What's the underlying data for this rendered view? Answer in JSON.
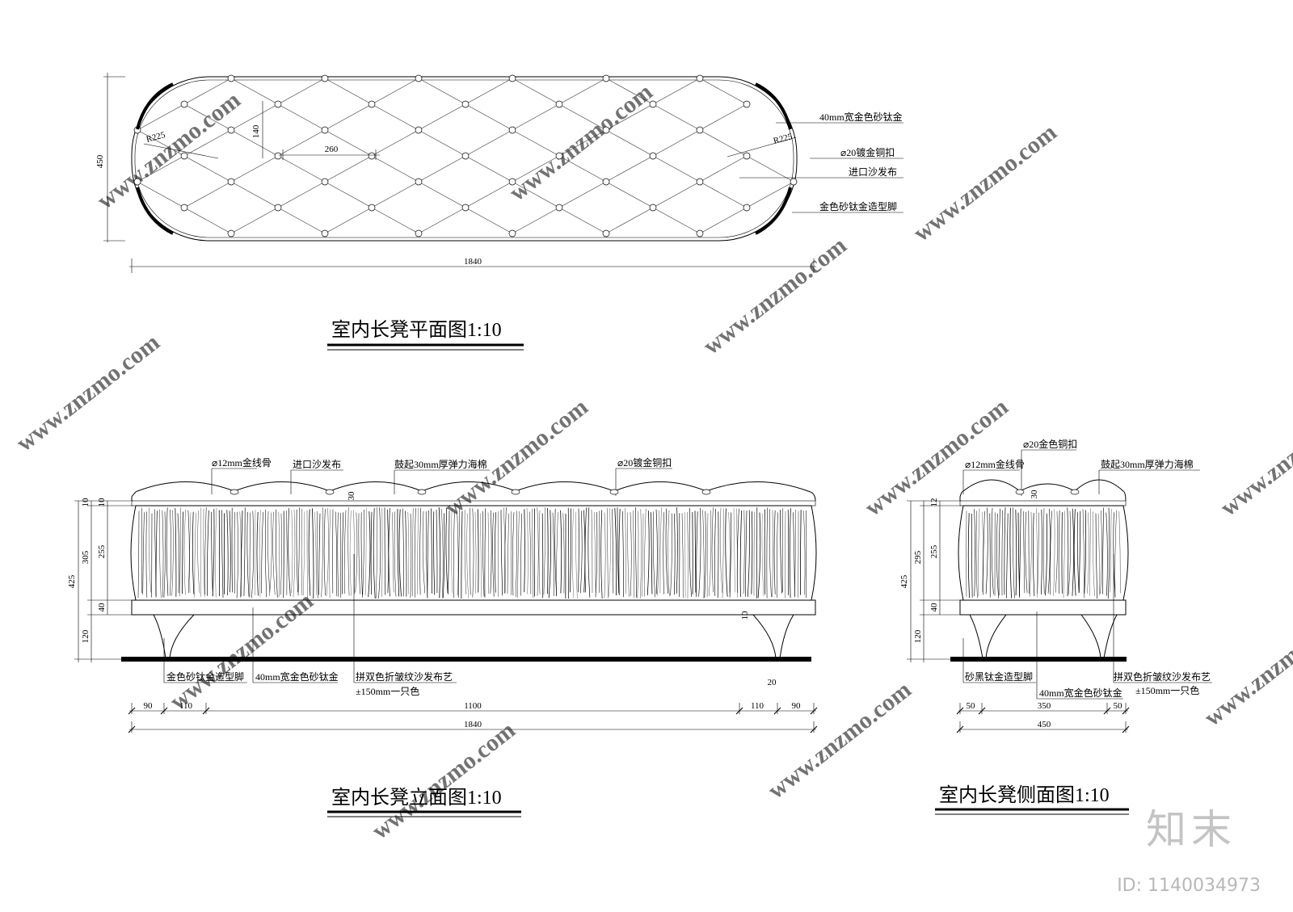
{
  "plan": {
    "title": "室内长凳平面图1:10",
    "dims": {
      "height": "450",
      "row_spacing": "140",
      "col_spacing": "260",
      "radius_left": "R225",
      "radius_right": "R225",
      "length": "1840"
    },
    "callouts": [
      "40mm宽金色砂钛金",
      "⌀20镀金铜扣",
      "进口沙发布",
      "金色砂钛金造型脚"
    ]
  },
  "front": {
    "title": "室内长凳立面图1:10",
    "top_labels": [
      "⌀12mm金线骨",
      "进口沙发布",
      "鼓起30mm厚弹力海棉",
      "⌀20镀金铜扣"
    ],
    "bottom_labels": [
      "金色砂钛金造型脚",
      "40mm宽金色砂钛金",
      "拼双色折皱纹沙发布艺",
      "±150mm一只色"
    ],
    "vdims": {
      "total": "425",
      "body": "305",
      "inner": "255",
      "top1": "10",
      "top2": "10",
      "base": "40",
      "leg": "120",
      "bulge": "30",
      "foot_h": "10"
    },
    "hdims": [
      "90",
      "110",
      "1100",
      "110",
      "90"
    ],
    "foot_width": "20",
    "total_width": "1840"
  },
  "side": {
    "title": "室内长凳侧面图1:10",
    "top_labels": [
      "⌀20金色铜扣",
      "⌀12mm金线骨",
      "鼓起30mm厚弹力海棉"
    ],
    "bottom_labels": [
      "砂黑钛金造型脚",
      "40mm宽金色砂钛金",
      "拼双色折皱纹沙发布艺",
      "±150mm一只色"
    ],
    "vdims": {
      "total": "425",
      "body": "295",
      "inner": "255",
      "top1": "12",
      "base": "40",
      "leg": "120",
      "bulge": "30"
    },
    "hdims": [
      "50",
      "350",
      "50"
    ],
    "total_width": "450"
  },
  "watermark": {
    "site": "www.znzmo.com",
    "brand": "知末",
    "id": "ID: 1140034973"
  }
}
